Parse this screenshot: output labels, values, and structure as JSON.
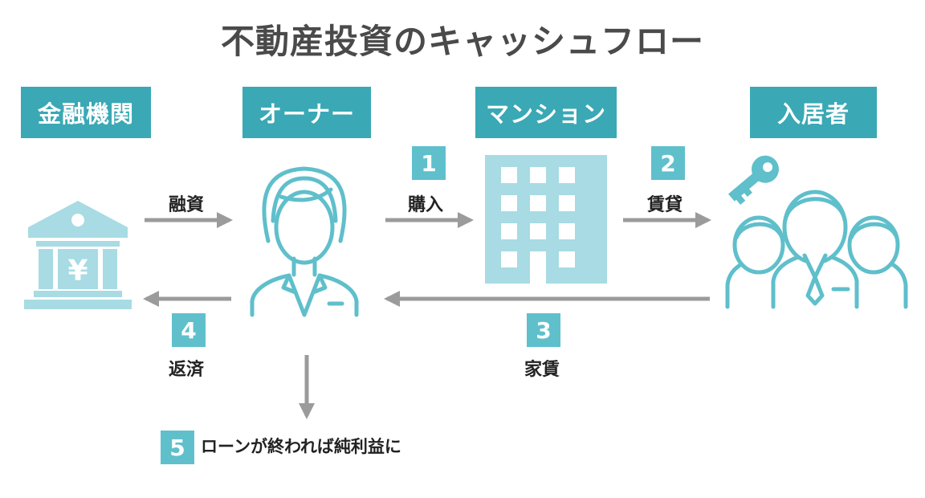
{
  "title": "不動産投資のキャッシュフロー",
  "headers": {
    "bank": "金融機関",
    "owner": "オーナー",
    "mansion": "マンション",
    "resident": "入居者"
  },
  "steps": [
    {
      "number": "1",
      "label": "購入"
    },
    {
      "number": "2",
      "label": "賃貸"
    },
    {
      "number": "3",
      "label": "家賃"
    },
    {
      "number": "4",
      "label": "返済"
    },
    {
      "number": "5",
      "label": "ローンが終われば純利益に"
    }
  ],
  "flows": {
    "loan_label": "融資"
  },
  "icons": {
    "bank": "bank-yen-icon",
    "owner": "businesswoman-icon",
    "mansion": "building-icon",
    "residents": "people-group-icon",
    "key": "key-icon",
    "bank_symbol": "¥"
  },
  "colors": {
    "header": "#3aa8b5",
    "step": "#5fc0cc",
    "icon_fill": "#a8dbe3",
    "icon_stroke": "#5fbfcb",
    "arrow": "#9b9b9b",
    "title": "#4a4a4a"
  }
}
